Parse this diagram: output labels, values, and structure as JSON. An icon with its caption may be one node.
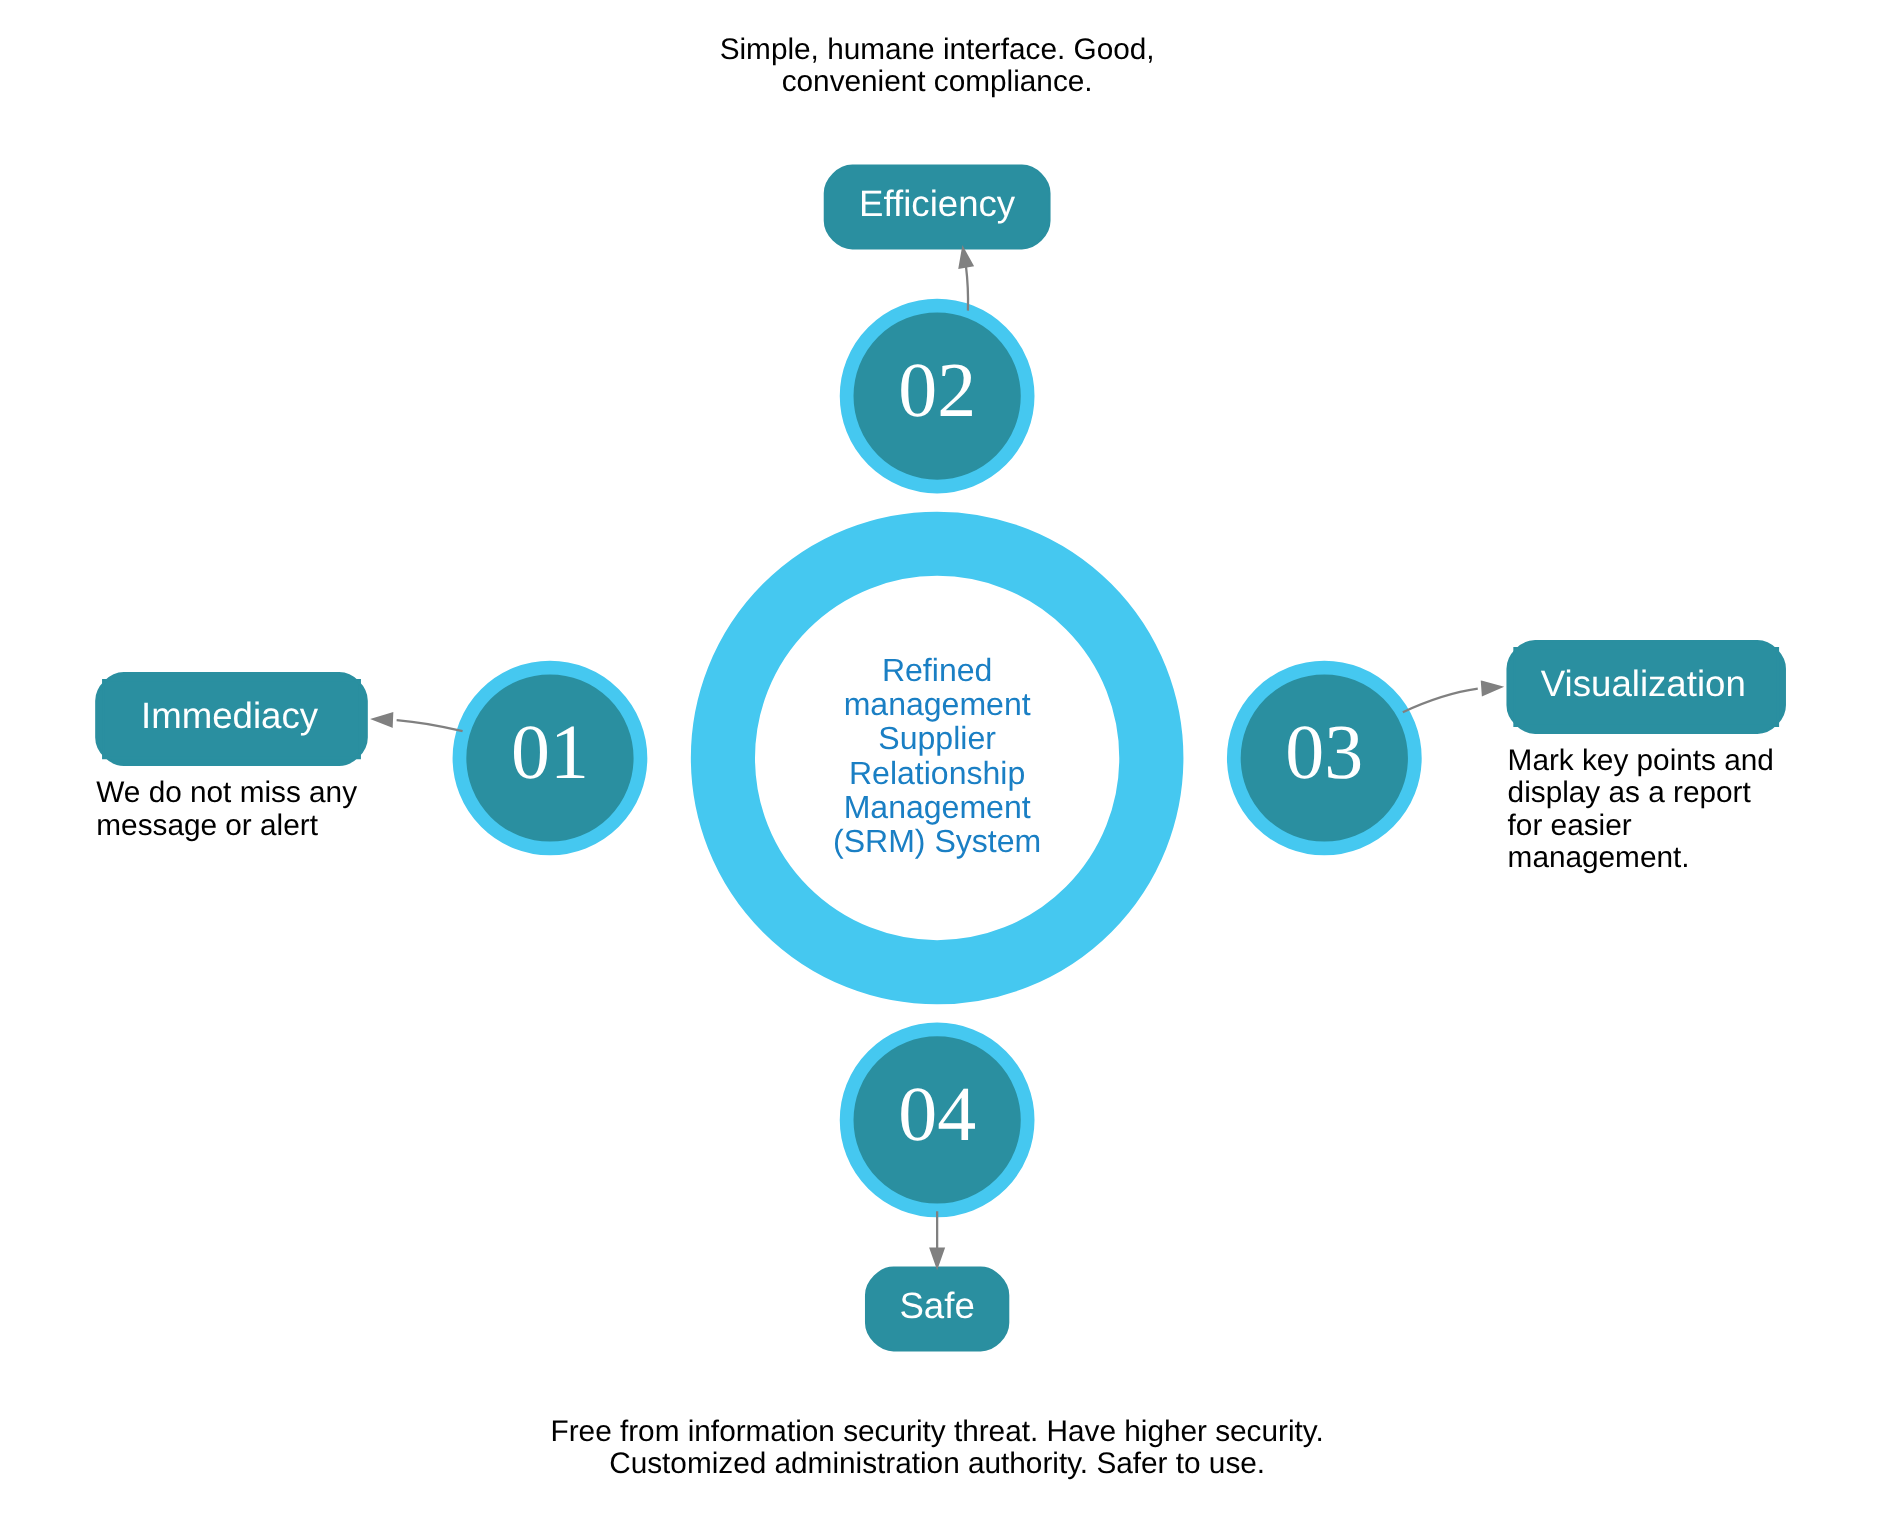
{
  "diagram": {
    "nodes": [
      {
        "text": [
          "Refined management Supplier Relationship Management (SRM) System"
        ]
      },
      {
        "text": [
          "02"
        ]
      },
      {
        "text": [
          "Efficiency"
        ],
        "beside": [
          "Simple, humane interface. Good, convenient compliance."
        ]
      },
      {
        "text": [
          "01"
        ]
      },
      {
        "text": [
          "Immediacy"
        ],
        "beside": [
          "We do not miss any message or alert"
        ]
      },
      {
        "text": [
          "03"
        ]
      },
      {
        "text": [
          "Visualization"
        ],
        "beside": [
          "Mark key points and display as a report for easier management."
        ]
      },
      {
        "text": [
          "04"
        ]
      },
      {
        "text": [
          "Safe"
        ],
        "beside": [
          "Free from information security threat. Have higher security. Customized administration authority. Safer to use."
        ]
      }
    ],
    "edges": [
      {
        "from": 1,
        "to": 2,
        "arrow": "to"
      },
      {
        "from": 3,
        "to": 4,
        "arrow": "to"
      },
      {
        "from": 5,
        "to": 6,
        "arrow": "to"
      },
      {
        "from": 7,
        "to": 8,
        "arrow": "to"
      }
    ]
  }
}
